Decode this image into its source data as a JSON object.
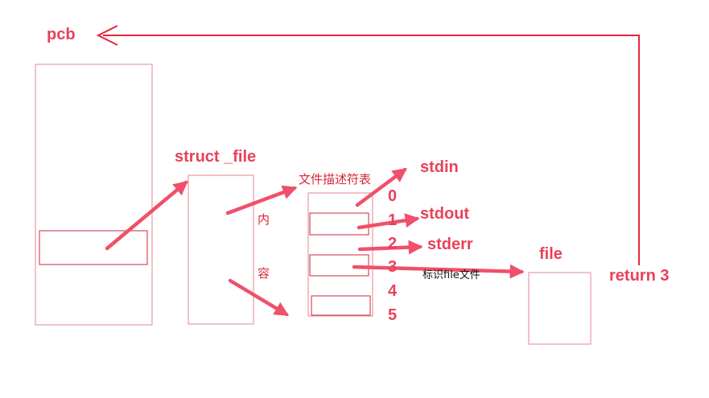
{
  "labels": {
    "pcb": "pcb",
    "struct_file": "struct _file",
    "fd_table": "文件描述符表",
    "content_1": "内",
    "content_2": "容",
    "stdin": "stdin",
    "stdout": "stdout",
    "stderr": "stderr",
    "file": "file",
    "identifies_file": "标识file文件",
    "return": "return 3"
  },
  "fd_numbers": [
    "0",
    "1",
    "2",
    "3",
    "4",
    "5"
  ],
  "colors": {
    "arrow": "#f0506a",
    "box_stroke": "#e89aa5",
    "return_line": "#e8243c"
  }
}
